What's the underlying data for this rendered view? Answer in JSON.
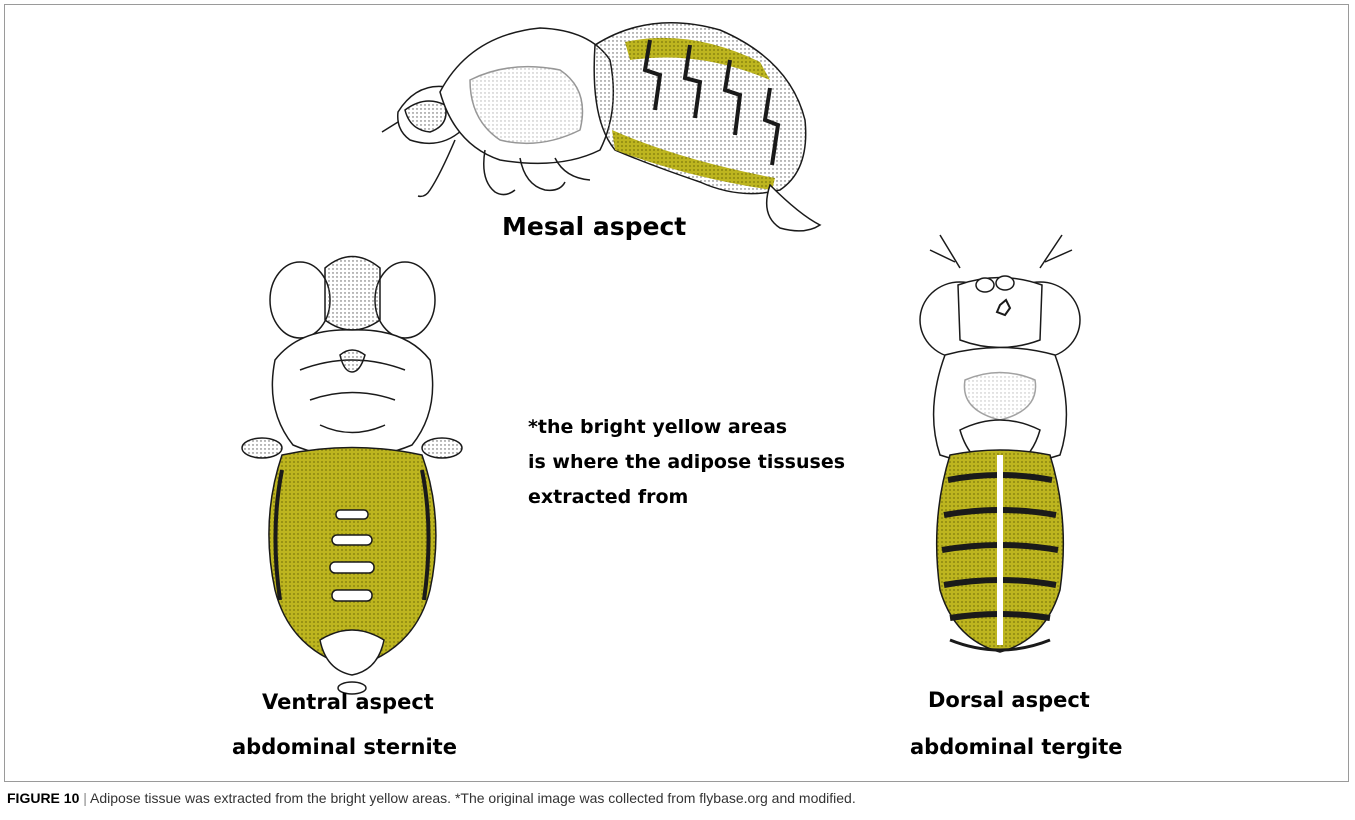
{
  "labels": {
    "mesal": "Mesal aspect",
    "ventral_title": "Ventral aspect",
    "ventral_sub": "abdominal sternite",
    "dorsal_title": "Dorsal aspect",
    "dorsal_sub": "abdominal tergite"
  },
  "note": {
    "line1": "*the bright yellow areas",
    "line2": "is where the adipose tissuses",
    "line3": "extracted from"
  },
  "caption": {
    "figure": "FIGURE 10",
    "separator": "|",
    "text": "Adipose tissue was extracted from the bright yellow areas. *The original image was collected from flybase.org and modified."
  },
  "colors": {
    "fat_body": "#b8b21a",
    "outline": "#1a1a1a",
    "frame": "#9a9a9a"
  }
}
